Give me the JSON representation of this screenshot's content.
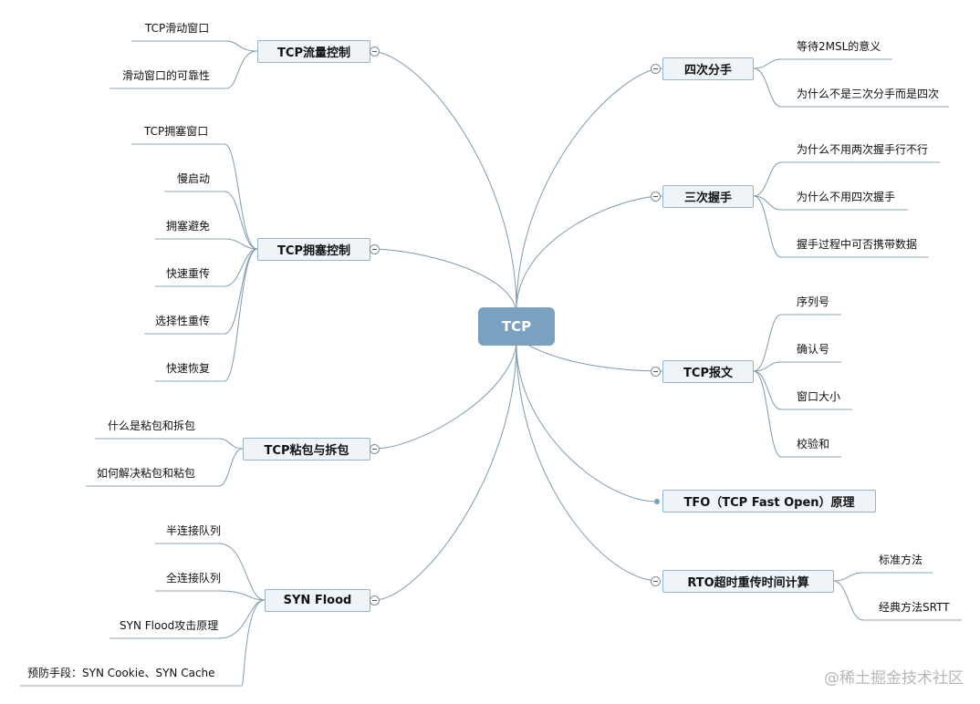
{
  "root": {
    "label": "TCP"
  },
  "topics": {
    "flow_control": {
      "label": "TCP流量控制",
      "items": [
        "TCP滑动窗口",
        "滑动窗口的可靠性"
      ]
    },
    "congestion": {
      "label": "TCP拥塞控制",
      "items": [
        "TCP拥塞窗口",
        "慢启动",
        "拥塞避免",
        "快速重传",
        "选择性重传",
        "快速恢复"
      ]
    },
    "sticky": {
      "label": "TCP粘包与拆包",
      "items": [
        "什么是粘包和拆包",
        "如何解决粘包和粘包"
      ]
    },
    "synflood": {
      "label": "SYN Flood",
      "items": [
        "半连接队列",
        "全连接队列",
        "SYN Flood攻击原理",
        "预防手段：SYN Cookie、SYN  Cache"
      ]
    },
    "fourway": {
      "label": "四次分手",
      "items": [
        "等待2MSL的意义",
        "为什么不是三次分手而是四次"
      ]
    },
    "handshake": {
      "label": "三次握手",
      "items": [
        "为什么不用两次握手行不行",
        "为什么不用四次握手",
        "握手过程中可否携带数据"
      ]
    },
    "segment": {
      "label": "TCP报文",
      "items": [
        "序列号",
        "确认号",
        "窗口大小",
        "校验和"
      ]
    },
    "tfo": {
      "label": "TFO（TCP  Fast Open）原理"
    },
    "rto": {
      "label": "RTO超时重传时间计算",
      "items": [
        "标准方法",
        "经典方法SRTT"
      ]
    }
  },
  "watermark": "@稀土掘金技术社区",
  "colors": {
    "root_fill": "#7ba1c0",
    "node_fill": "#eef4f8",
    "node_border": "#9bb3c6",
    "link": "#7d9bb0"
  }
}
